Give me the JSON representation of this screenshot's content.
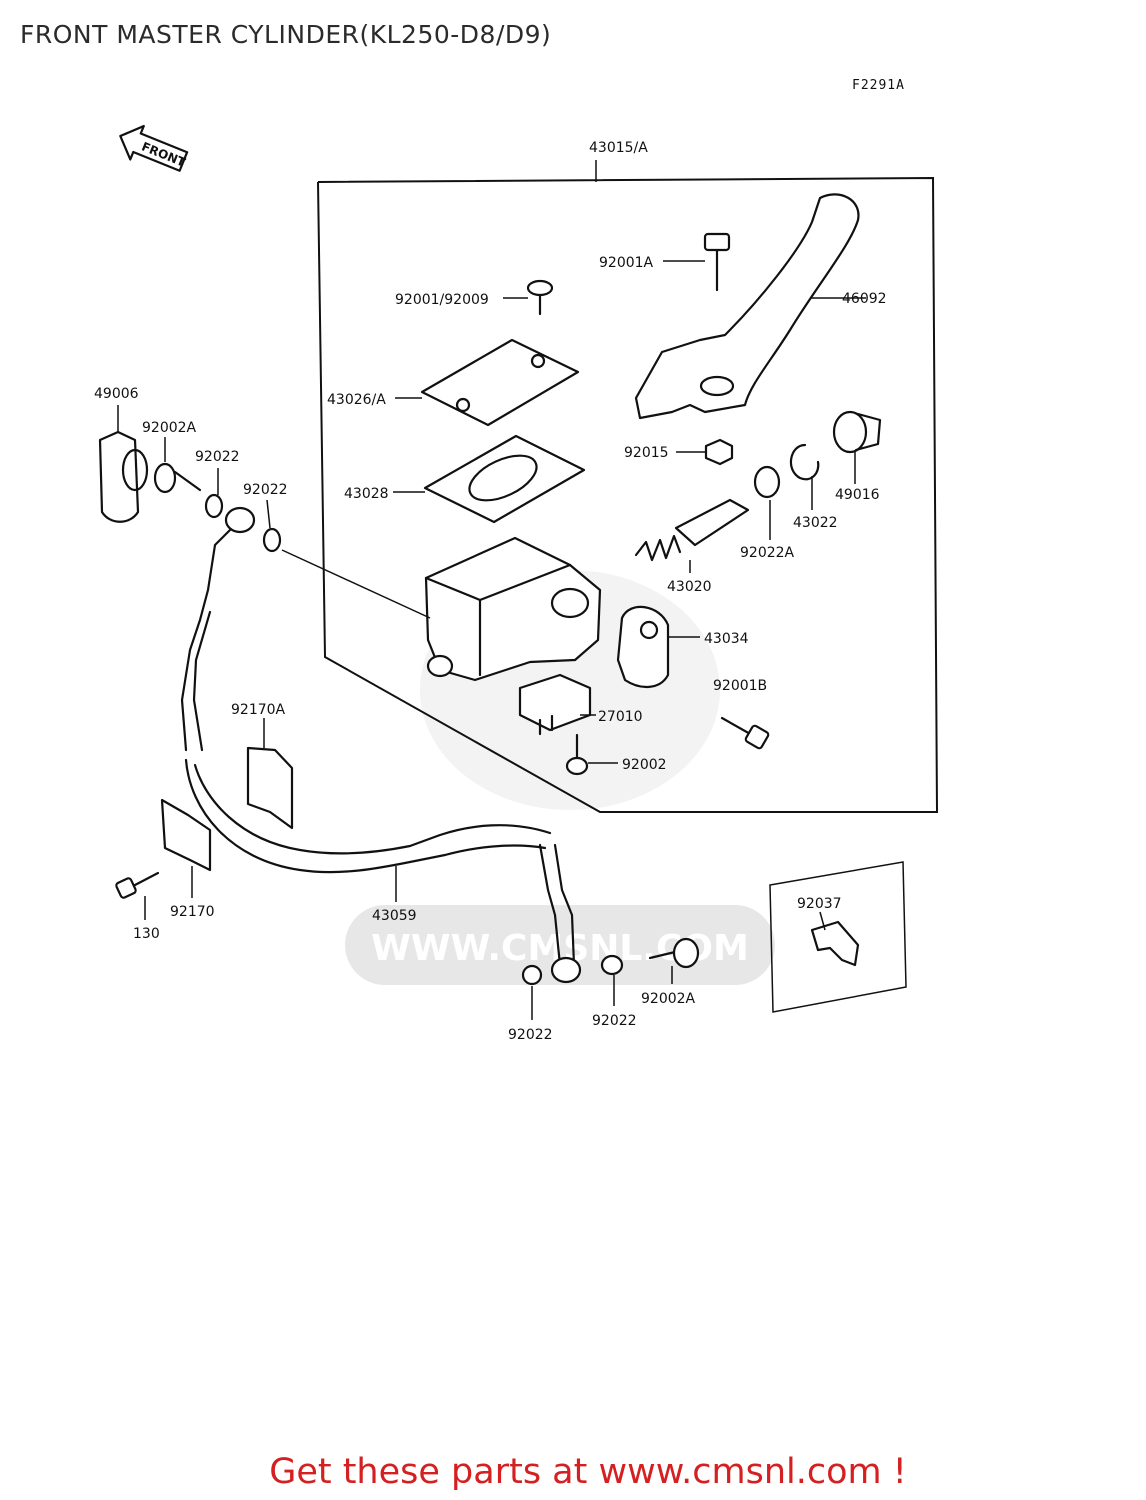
{
  "page": {
    "title": "FRONT MASTER CYLINDER(KL250-D8/D9)",
    "footer_link": "Get these parts at www.cmsnl.com !"
  },
  "diagram": {
    "figure_code": "F2291A",
    "front_arrow_label": "FRONT",
    "watermark": {
      "brand": "CMS",
      "url": "WWW.CMSNL.COM"
    },
    "part_labels": {
      "p43015A": "43015/A",
      "p92001A": "92001A",
      "p46092": "46092",
      "p92001_92009": "92001/92009",
      "p43026A": "43026/A",
      "p49006": "49006",
      "p92002A_top": "92002A",
      "p92022_a": "92022",
      "p92022_b": "92022",
      "p43028": "43028",
      "p92015": "92015",
      "p49016": "49016",
      "p43022": "43022",
      "p92022A": "92022A",
      "p43020": "43020",
      "p43034": "43034",
      "p92001B": "92001B",
      "p27010": "27010",
      "p92170A": "92170A",
      "p92002": "92002",
      "p92037": "92037",
      "p130": "130",
      "p92170": "92170",
      "p43059": "43059",
      "p92022_c": "92022",
      "p92022_d": "92022",
      "p92002A_bottom": "92002A"
    }
  },
  "colors": {
    "footer_link": "#d42020",
    "title": "#2b2b2b",
    "watermark": "#d8d8d8"
  }
}
